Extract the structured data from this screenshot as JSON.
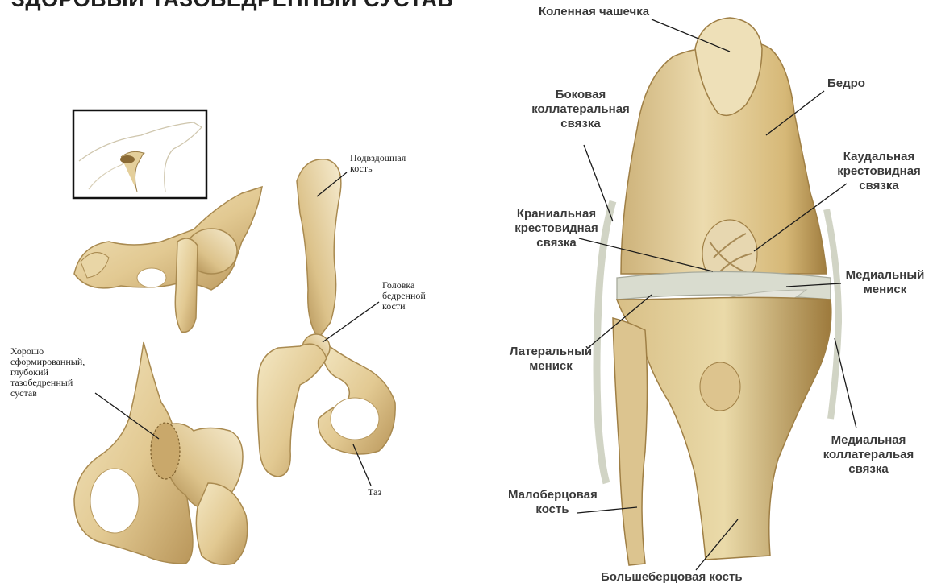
{
  "heading": "ЗДОРОВЫЙ ТАЗОБЕДРЕННЫЙ СУСТАВ",
  "hip_labels": {
    "ilium": [
      "Подвздошная",
      "кость"
    ],
    "femoral_head": [
      "Головка",
      "бедренной",
      "кости"
    ],
    "deep_joint": [
      "Хорошо",
      "сформированный,",
      "глубокий",
      "тазобедренный",
      "сустав"
    ],
    "pelvis": [
      "Таз"
    ]
  },
  "knee_labels": {
    "patella": [
      "Коленная чашечка"
    ],
    "lateral_collateral": [
      "Боковая",
      "коллатеральная",
      "связка"
    ],
    "femur": [
      "Бедро"
    ],
    "caudal_cruciate": [
      "Каудальная",
      "крестовидная",
      "связка"
    ],
    "cranial_cruciate": [
      "Краниальная",
      "крестовидная",
      "связка"
    ],
    "medial_meniscus": [
      "Медиальный",
      "мениск"
    ],
    "lateral_meniscus": [
      "Латеральный",
      "мениск"
    ],
    "medial_collateral": [
      "Медиальная",
      "коллатеральая",
      "связка"
    ],
    "fibula": [
      "Малоберцовая",
      "кость"
    ],
    "tibia": [
      "Большеберцовая кость"
    ]
  },
  "colors": {
    "bone_light": "#f1e2b8",
    "bone_mid": "#d9bf86",
    "bone_dark": "#a98a50",
    "ligament": "#d9dccf",
    "leader": "#1a1a1a"
  }
}
